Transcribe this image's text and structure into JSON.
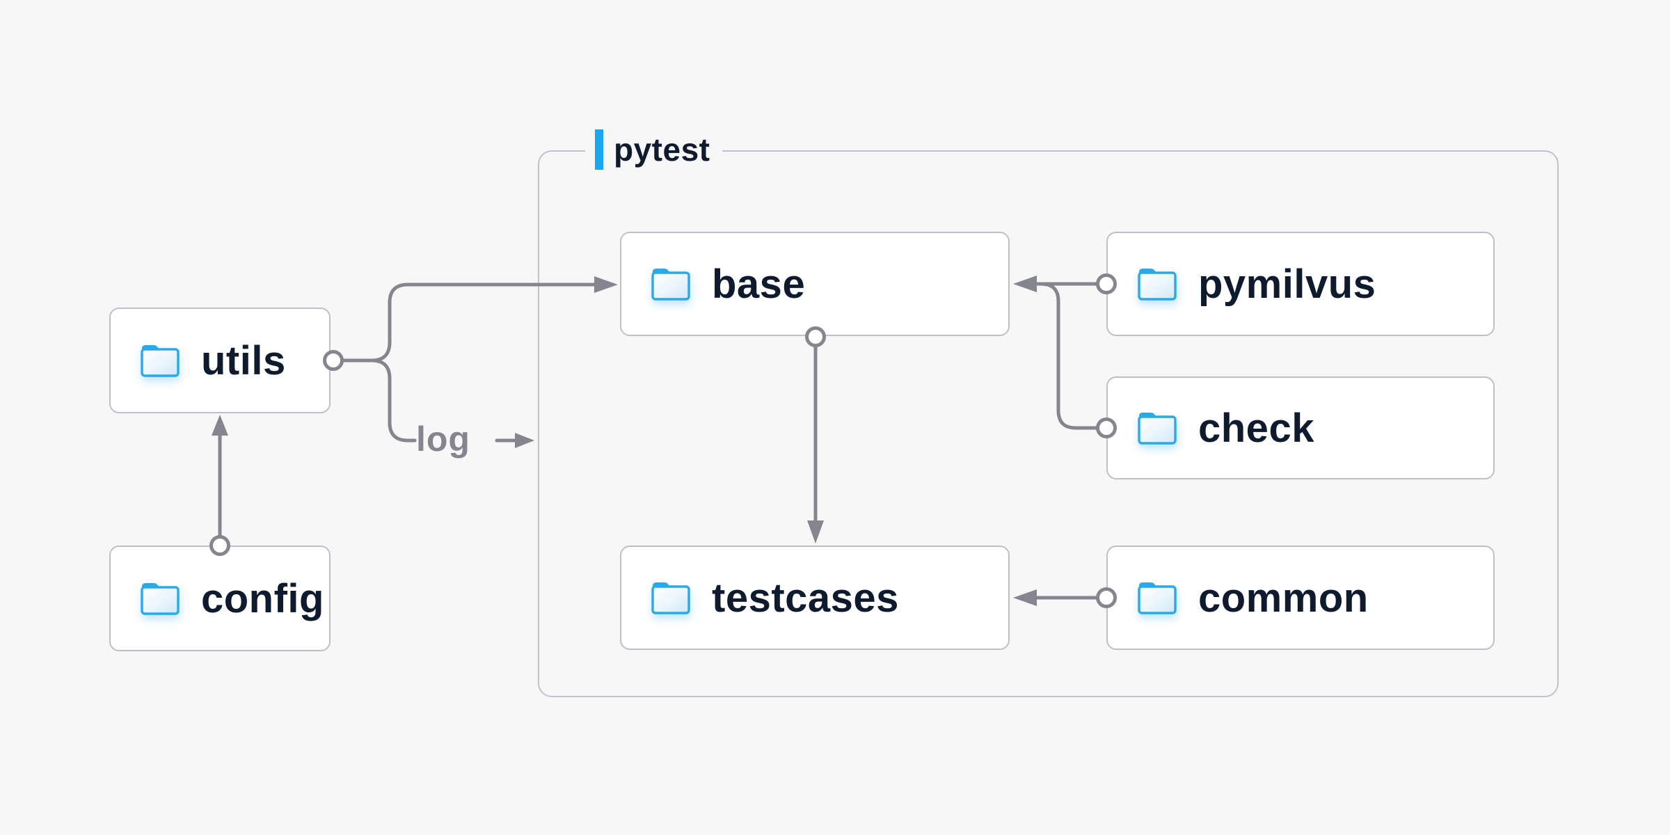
{
  "diagram": {
    "group": {
      "label": "pytest"
    },
    "nodes": [
      {
        "id": "utils",
        "label": "utils"
      },
      {
        "id": "config",
        "label": "config"
      },
      {
        "id": "base",
        "label": "base"
      },
      {
        "id": "testcases",
        "label": "testcases"
      },
      {
        "id": "pymilvus",
        "label": "pymilvus"
      },
      {
        "id": "check",
        "label": "check"
      },
      {
        "id": "common",
        "label": "common"
      }
    ],
    "edges": [
      {
        "from": "config",
        "to": "utils",
        "label": ""
      },
      {
        "from": "utils",
        "to": "base",
        "label": ""
      },
      {
        "from": "utils",
        "to": "pytest-group",
        "label": "log"
      },
      {
        "from": "base",
        "to": "testcases",
        "label": ""
      },
      {
        "from": "pymilvus",
        "to": "base",
        "label": ""
      },
      {
        "from": "check",
        "to": "base",
        "label": ""
      },
      {
        "from": "common",
        "to": "testcases",
        "label": ""
      }
    ],
    "log_edge": {
      "label": "log"
    },
    "colors": {
      "background": "#f7f7f8",
      "node_fill": "#ffffff",
      "node_border": "#bfbfca",
      "node_text": "#0e1a2e",
      "connector": "#85858f",
      "accent_blue": "#18a8f0",
      "folder_blue": "#2aa9ea"
    }
  }
}
